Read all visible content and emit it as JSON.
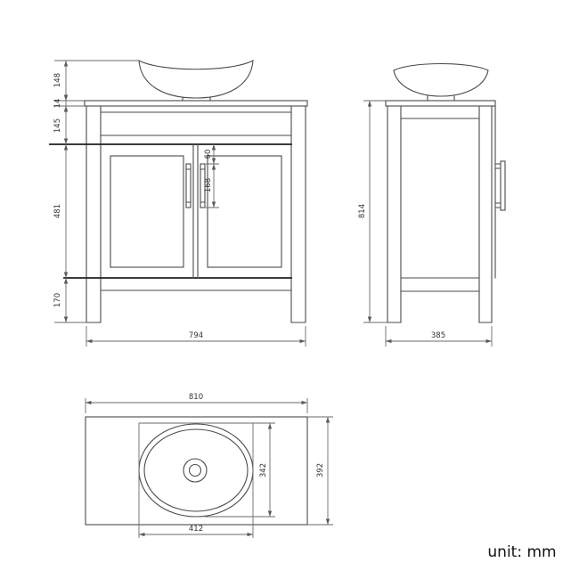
{
  "unit": {
    "label": "unit: mm"
  },
  "front_view": {
    "dims": {
      "sink_height": "148",
      "counter_thickness": "14",
      "apron_height": "145",
      "door_height": "481",
      "leg_height": "170",
      "handle_offset": "60",
      "handle_length": "168",
      "width": "794"
    }
  },
  "side_view": {
    "dims": {
      "height": "814",
      "depth": "385"
    }
  },
  "top_view": {
    "dims": {
      "width": "810",
      "basin_width": "412",
      "basin_depth": "342",
      "depth": "392"
    }
  },
  "colors": {
    "line": "#4a4a4a",
    "line_dark": "#1f1f1f",
    "dim_line": "#6a6a6a",
    "text": "#333333",
    "background": "#ffffff"
  }
}
